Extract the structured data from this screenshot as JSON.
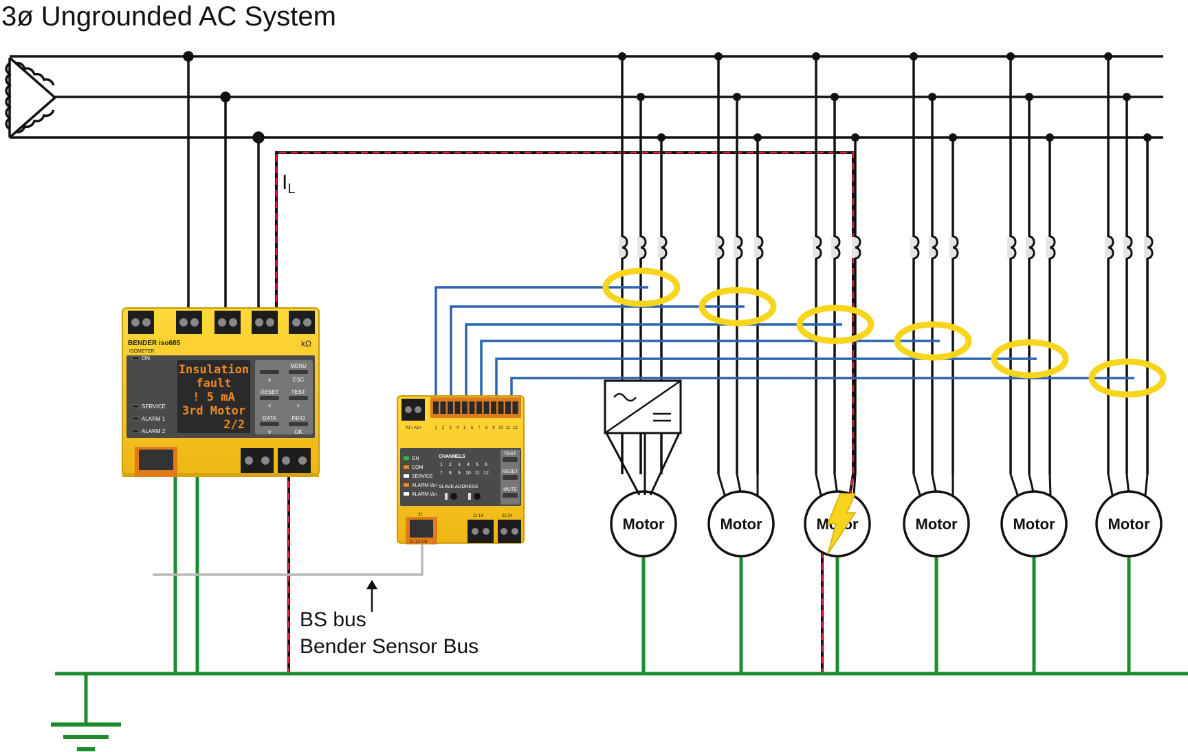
{
  "title": "3ø Ungrounded AC System",
  "leakage_label": "I",
  "leakage_sub": "L",
  "bus_label_1": "BS bus",
  "bus_label_2": "Bender Sensor Bus",
  "motors": [
    "Motor",
    "Motor",
    "Motor",
    "Motor",
    "Motor",
    "Motor"
  ],
  "iso685": {
    "brand": "BENDER iso685",
    "subbrand": "ISOMETER",
    "unit": "kΩ",
    "led_labels": [
      "ON",
      "SERVICE",
      "ALARM 1",
      "ALARM 2"
    ],
    "screen_lines": [
      "Insulation",
      "fault",
      "! 5 mA",
      "3rd Motor",
      "2/2"
    ],
    "keys": [
      {
        "top": "",
        "bottom": "∧"
      },
      {
        "top": "MENU",
        "bottom": "ESC"
      },
      {
        "top": "RESET",
        "bottom": "<"
      },
      {
        "top": "TEST",
        "bottom": ">"
      },
      {
        "top": "DATA",
        "bottom": "∨"
      },
      {
        "top": "INFO",
        "bottom": "OK"
      }
    ]
  },
  "isoscan": {
    "terminal_top": "A1+ A2+",
    "channels_label": "CHANNELS",
    "channel_row1": [
      "1",
      "2",
      "3",
      "4",
      "5",
      "6"
    ],
    "channel_row2": [
      "7",
      "8",
      "9",
      "10",
      "11",
      "12"
    ],
    "terminal_numbers": [
      "1",
      "2",
      "3",
      "4",
      "5",
      "6",
      "7",
      "8",
      "9",
      "10",
      "11",
      "12"
    ],
    "led_labels": [
      "ON",
      "COM",
      "SERVICE",
      "ALARM IΔn",
      "ALARM IΔn"
    ],
    "slave_address": "SLAVE ADDRESS",
    "buttons": [
      "TEST",
      "RESET",
      "MUTE"
    ],
    "bottom_labels": [
      "11 12 A B",
      "11 14",
      "22 24"
    ],
    "bus_terminal": "31"
  },
  "colors": {
    "phase": "#111111",
    "ground": "#1e8c2e",
    "sensor_bus": "#2a63b0",
    "ct_ring": "#f7d51d",
    "fault_path": "#e8203a",
    "device_yellow": "#f7c81e",
    "bs_bus": "#b8b8b8"
  }
}
